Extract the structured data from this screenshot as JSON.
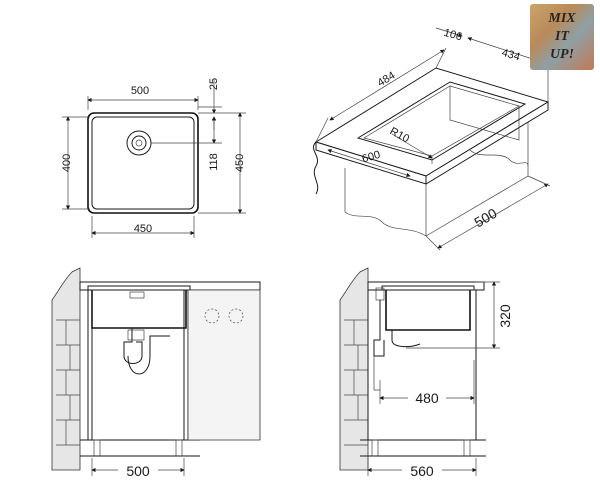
{
  "top_view": {
    "width_outer": "500",
    "width_inner": "450",
    "height_inner": "400",
    "height_outer": "450",
    "offset_top": "25",
    "drain_offset": "118"
  },
  "iso_view": {
    "length_top": "484",
    "flange": "106",
    "width_right": "434",
    "radius": "R10",
    "depth_front": "600",
    "cabinet": "500"
  },
  "front_view": {
    "cabinet_width": "500"
  },
  "side_view": {
    "drain_height": "320",
    "drain_distance": "480",
    "cabinet_depth": "560"
  },
  "badge": {
    "lines": [
      "MIX",
      "IT",
      "UP!"
    ]
  }
}
